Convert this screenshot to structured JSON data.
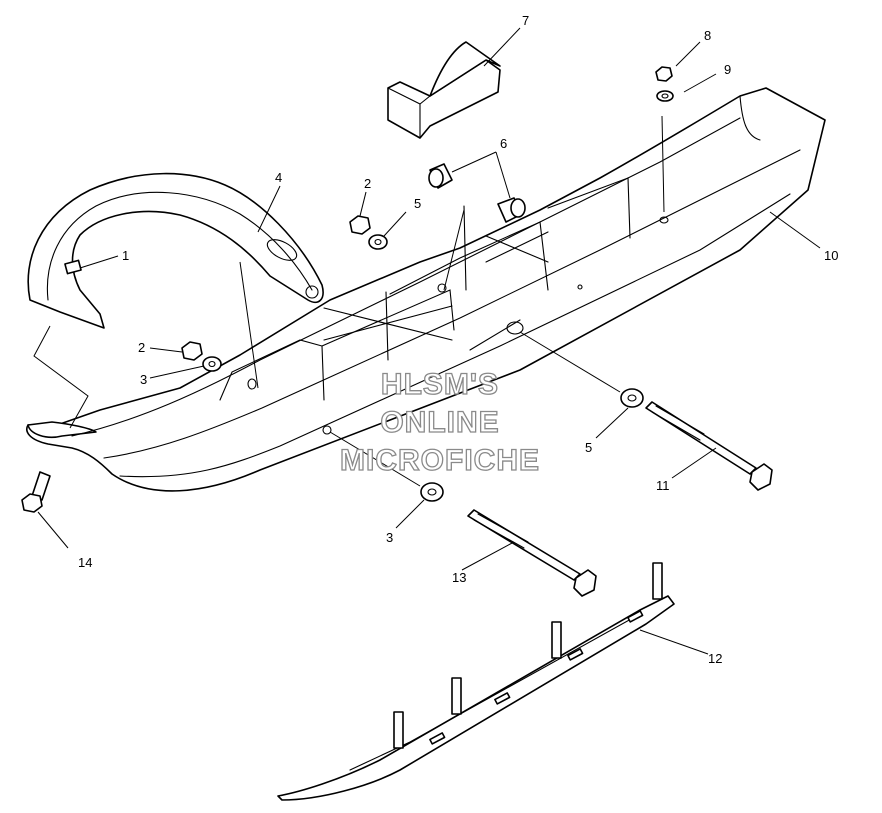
{
  "diagram": {
    "callouts": [
      {
        "id": "c1a",
        "text": "1"
      },
      {
        "id": "c2a",
        "text": "2"
      },
      {
        "id": "c2b",
        "text": "2"
      },
      {
        "id": "c3a",
        "text": "3"
      },
      {
        "id": "c3b",
        "text": "3"
      },
      {
        "id": "c4a",
        "text": "4"
      },
      {
        "id": "c5a",
        "text": "5"
      },
      {
        "id": "c5b",
        "text": "5"
      },
      {
        "id": "c6a",
        "text": "6"
      },
      {
        "id": "c7a",
        "text": "7"
      },
      {
        "id": "c8a",
        "text": "8"
      },
      {
        "id": "c9a",
        "text": "9"
      },
      {
        "id": "c10a",
        "text": "10"
      },
      {
        "id": "c11a",
        "text": "11"
      },
      {
        "id": "c12a",
        "text": "12"
      },
      {
        "id": "c13a",
        "text": "13"
      },
      {
        "id": "c14a",
        "text": "14"
      }
    ],
    "watermark": {
      "line1": "HLSM'S",
      "line2": "ONLINE",
      "line3": "MICROFICHE"
    }
  }
}
